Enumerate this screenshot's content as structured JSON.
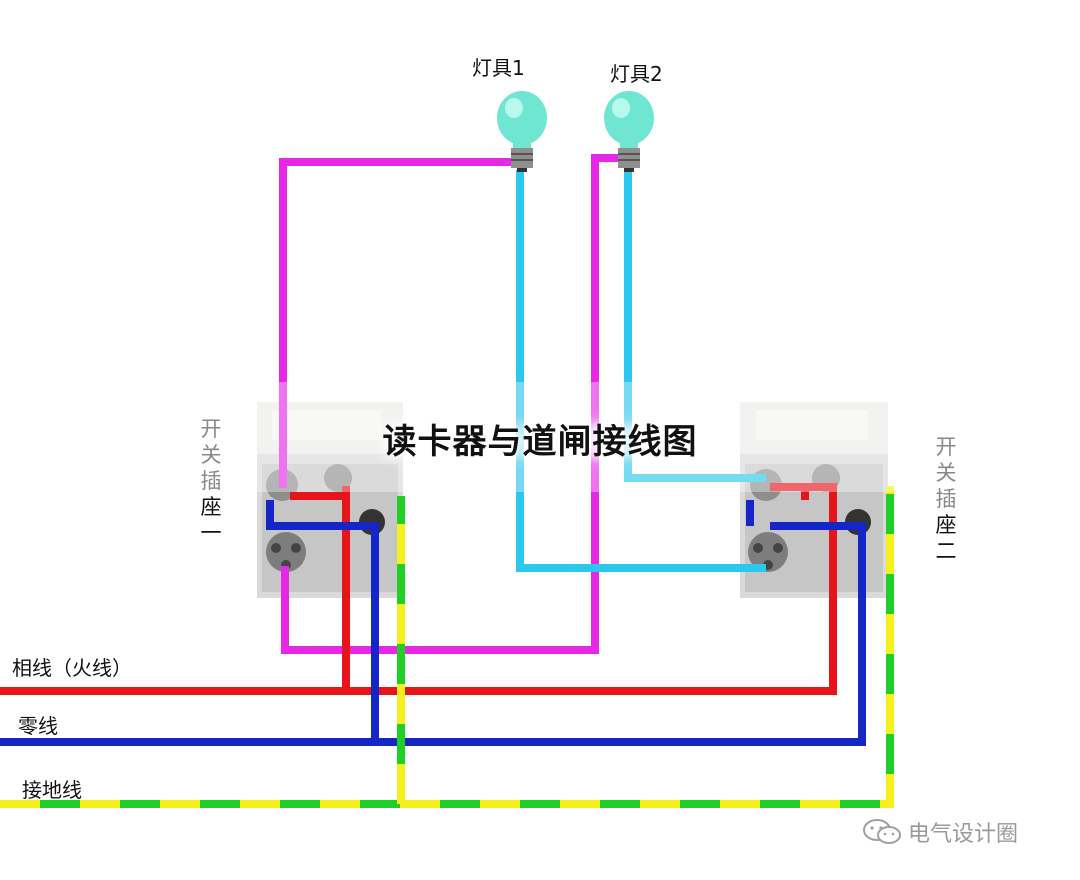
{
  "title": "读卡器与道闸接线图",
  "lamps": [
    {
      "label": "灯具1"
    },
    {
      "label": "灯具2"
    }
  ],
  "sockets": [
    {
      "label_chars": [
        "开",
        "关",
        "插",
        "座",
        "一"
      ]
    },
    {
      "label_chars": [
        "开",
        "关",
        "插",
        "座",
        "二"
      ]
    }
  ],
  "wires": {
    "live": "相线（火线）",
    "neutral": "零线",
    "ground": "接地线"
  },
  "watermark": "电气设计圈",
  "colors": {
    "live": "#e8141c",
    "neutral": "#1526c8",
    "ground_green": "#1fcf26",
    "ground_yellow": "#f3f01a",
    "switch_leg": "#e628e6",
    "lamp_return": "#2cc7ec",
    "bulb": "#6ee6d2"
  }
}
